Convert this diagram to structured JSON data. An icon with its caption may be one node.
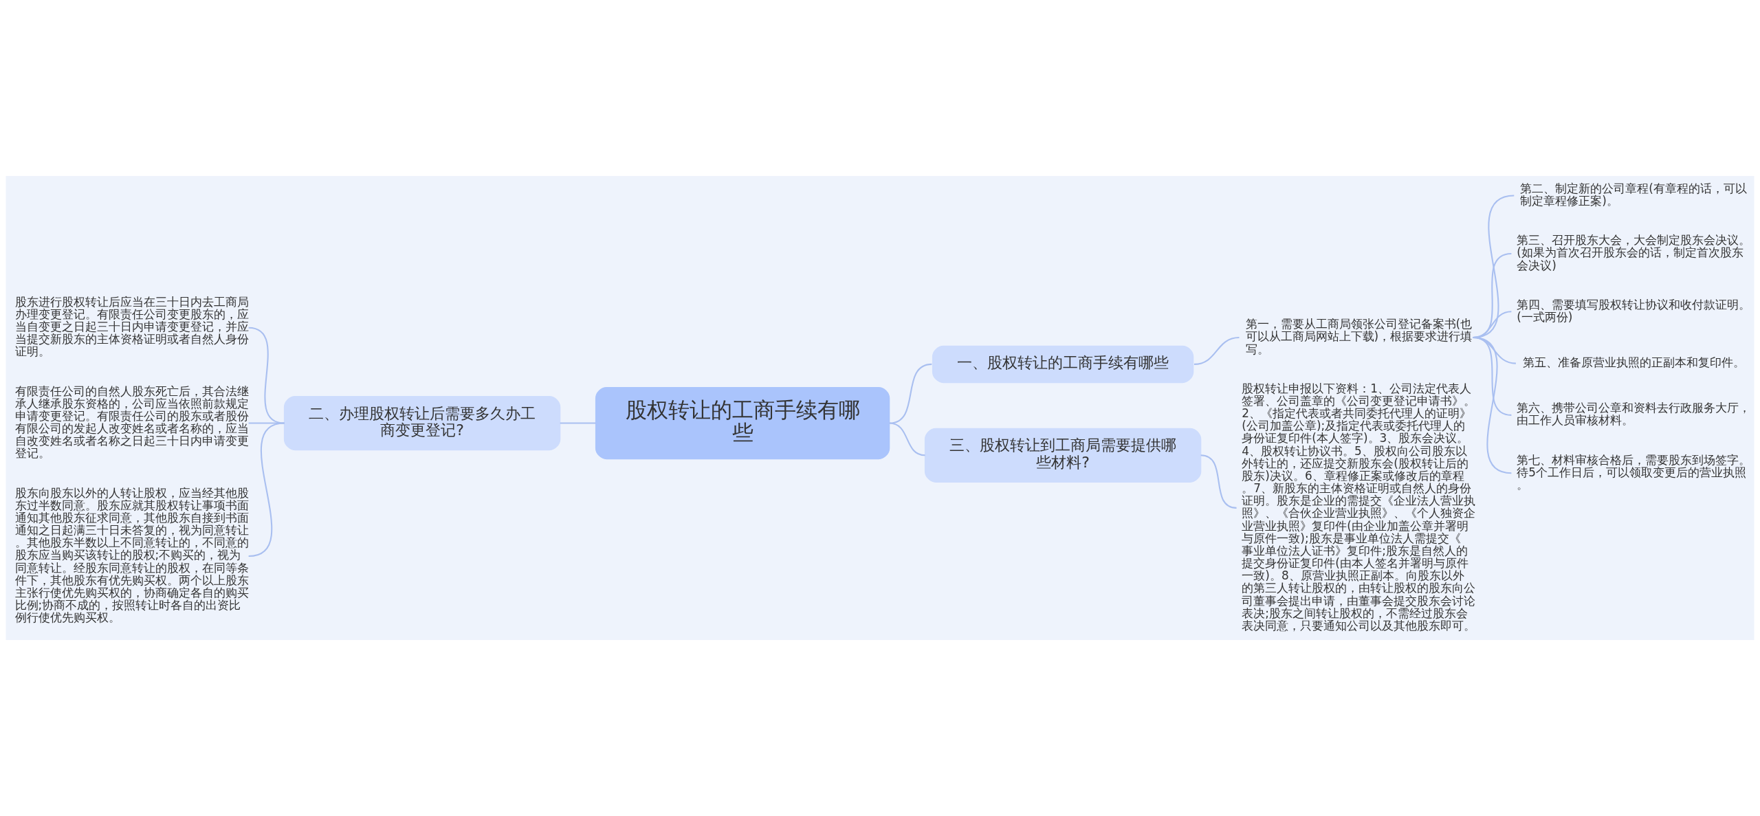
{
  "diagram": {
    "nodes": [
      {
        "text": [
          "股权转让的工商手续有哪些"
        ]
      },
      {
        "text": [
          "一、股权转让的工商手续有哪些"
        ]
      },
      {
        "text": [
          "第一，需要从工商局领张公司登记备案书(也可以从工商局网站上下载)，根据要求进行填写。"
        ]
      },
      {
        "text": [
          "第二、制定新的公司章程(有章程的话，可以制定章程修正案)。"
        ]
      },
      {
        "text": [
          "第三、召开股东大会，大会制定股东会决议。(如果为首次召开股东会的话，制定首次股东会决议)"
        ]
      },
      {
        "text": [
          "第四、需要填写股权转让协议和收付款证明。(一式两份)"
        ]
      },
      {
        "text": [
          "第五、准备原营业执照的正副本和复印件。"
        ]
      },
      {
        "text": [
          "第六、携带公司公章和资料去行政服务大厅，由工作人员审核材料。"
        ]
      },
      {
        "text": [
          "第七、材料审核合格后，需要股东到场签字。待5个工作日后，可以领取变更后的营业执照。"
        ]
      },
      {
        "text": [
          "二、办理股权转让后需要多久办工商变更登记?"
        ]
      },
      {
        "text": [
          "股东进行股权转让后应当在三十日内去工商局办理变更登记。有限责任公司变更股东的，应当自变更之日起三十日内申请变更登记，并应当提交新股东的主体资格证明或者自然人身份证明。"
        ]
      },
      {
        "text": [
          "有限责任公司的自然人股东死亡后，其合法继承人继承股东资格的，公司应当依照前款规定申请变更登记。有限责任公司的股东或者股份有限公司的发起人改变姓名或者名称的，应当自改变姓名或者名称之日起三十日内申请变更登记。"
        ]
      },
      {
        "text": [
          "股东向股东以外的人转让股权，应当经其他股东过半数同意。股东应就其股权转让事项书面通知其他股东征求同意，其他股东自接到书面通知之日起满三十日未答复的，视为同意转让。其他股东半数以上不同意转让的，不同意的股东应当购买该转让的股权;不购买的，视为同意转让。经股东同意转让的股权，在同等条件下，其他股东有优先购买权。两个以上股东主张行使优先购买权的，协商确定各自的购买比例;协商不成的，按照转让时各自的出资比例行使优先购买权。"
        ]
      },
      {
        "text": [
          "三、股权转让到工商局需要提供哪些材料?"
        ]
      },
      {
        "text": [
          "股权转让申报以下资料：1、公司法定代表人签署、公司盖章的《公司变更登记申请书》。2、《指定代表或者共同委托代理人的证明》(公司加盖公章);及指定代表或委托代理人的身份证复印件(本人签字)。3、股东会决议。4、股权转让协议书。5、股权向公司股东以外转让的，还应提交新股东会(股权转让后的股东)决议。6、章程修正案或修改后的章程。7、新股东的主体资格证明或自然人的身份证明。股东是企业的需提交《企业法人营业执照》、《合伙企业营业执照》、《个人独资企业营业执照》复印件(由企业加盖公章并署明与原件一致);股东是事业单位法人需提交《事业单位法人证书》复印件;股东是自然人的提交身份证复印件(由本人签名并署明与原件一致)。8、原营业执照正副本。向股东以外的第三人转让股权的，由转让股权的股东向公司董事会提出申请，由董事会提交股东会讨论表决;股东之间转让股权的，不需经过股东会表决同意，只要通知公司以及其他股东即可。"
        ]
      }
    ],
    "edges": [
      {
        "from": 0,
        "to": 1,
        "arrow": "none"
      },
      {
        "from": 1,
        "to": 2,
        "arrow": "none"
      },
      {
        "from": 2,
        "to": 3,
        "arrow": "none"
      },
      {
        "from": 2,
        "to": 4,
        "arrow": "none"
      },
      {
        "from": 2,
        "to": 5,
        "arrow": "none"
      },
      {
        "from": 2,
        "to": 6,
        "arrow": "none"
      },
      {
        "from": 2,
        "to": 7,
        "arrow": "none"
      },
      {
        "from": 2,
        "to": 8,
        "arrow": "none"
      },
      {
        "from": 0,
        "to": 9,
        "arrow": "none"
      },
      {
        "from": 9,
        "to": 10,
        "arrow": "none"
      },
      {
        "from": 9,
        "to": 11,
        "arrow": "none"
      },
      {
        "from": 9,
        "to": 12,
        "arrow": "none"
      },
      {
        "from": 0,
        "to": 13,
        "arrow": "none"
      },
      {
        "from": 13,
        "to": 14,
        "arrow": "none"
      }
    ]
  }
}
